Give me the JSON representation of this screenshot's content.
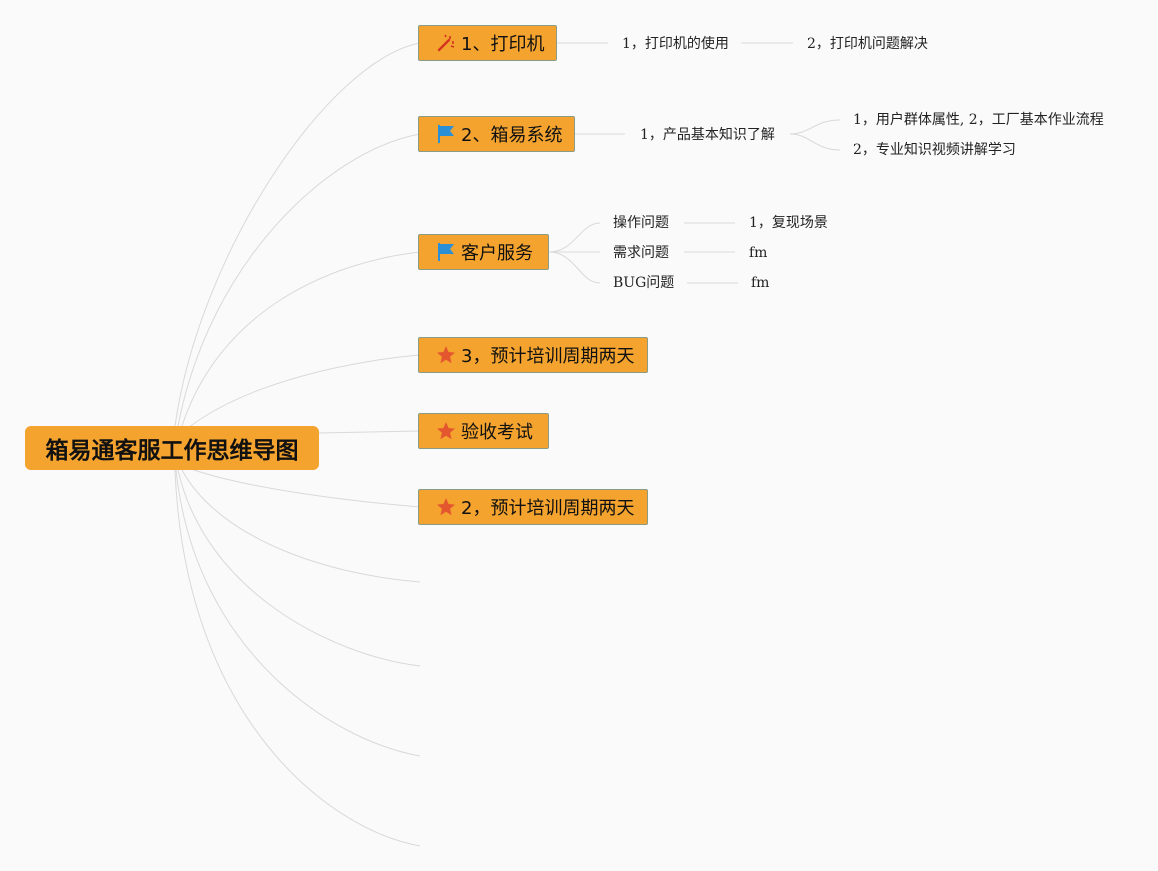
{
  "root": {
    "label": "箱易通客服工作思维导图"
  },
  "topics": [
    {
      "id": "printer",
      "label": "1、打印机",
      "icon": "magic-wand-icon",
      "children": [
        {
          "label": "1，打印机的使用"
        },
        {
          "label": "2，打印机问题解决"
        }
      ]
    },
    {
      "id": "system",
      "label": "2、箱易系统",
      "icon": "flag-icon",
      "children": [
        {
          "label": "1，产品基本知识了解"
        }
      ],
      "grandchildren": [
        {
          "label": "1，用户群体属性, 2，工厂基本作业流程"
        },
        {
          "label": "2，专业知识视频讲解学习"
        }
      ]
    },
    {
      "id": "service",
      "label": "客户服务",
      "icon": "flag-icon",
      "children": [
        {
          "label": "操作问题",
          "sub": "1，复现场景"
        },
        {
          "label": "需求问题",
          "sub": "fm"
        },
        {
          "label": "BUG问题",
          "sub": "fm"
        }
      ]
    },
    {
      "id": "training3",
      "label": "3，预计培训周期两天",
      "icon": "star-icon"
    },
    {
      "id": "exam",
      "label": "验收考试",
      "icon": "star-icon"
    },
    {
      "id": "training2",
      "label": "2，预计培训周期两天",
      "icon": "star-icon"
    }
  ],
  "colors": {
    "topic_fill": "#f4a32f",
    "line": "#d9d9d9",
    "flag": "#2b8fd6",
    "star": "#e4572e"
  }
}
